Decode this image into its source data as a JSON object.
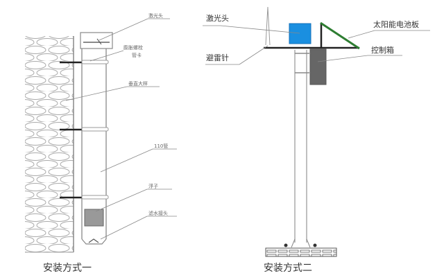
{
  "diagram_left": {
    "caption": "安装方式一",
    "labels": {
      "laser_head": "激光头",
      "expansion_bolt": "膨胀螺栓",
      "pipe_clamp": "管卡",
      "vertical_detail": "垂直大样",
      "pipe_110": "110管",
      "float": "浮子",
      "filter_joint": "滤水接头"
    }
  },
  "diagram_right": {
    "caption": "安装方式二",
    "labels": {
      "laser_head": "激光头",
      "lightning_rod": "避雷针",
      "solar_panel": "太阳能电池板",
      "control_box": "控制箱"
    },
    "colors": {
      "laser_head": "#1a8fe0",
      "solar_panel": "#2e7d32",
      "control_box": "#666666"
    }
  }
}
